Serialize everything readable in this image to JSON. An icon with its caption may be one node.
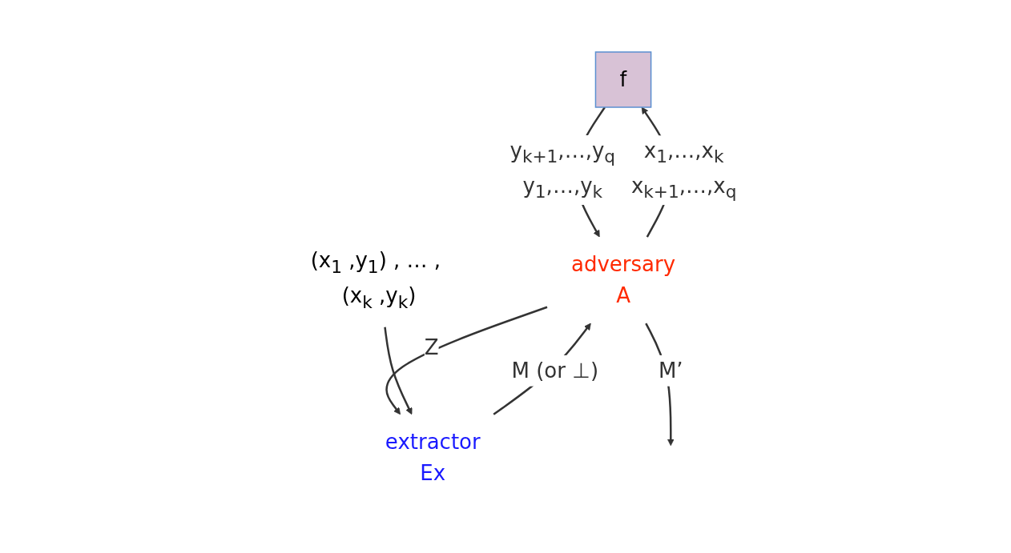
{
  "diagram": {
    "nodes": [
      {
        "text": [
          "f"
        ]
      },
      {
        "text": [
          "adversary",
          "A"
        ]
      },
      {
        "text": [
          "extractor",
          "Ex"
        ]
      },
      {
        "text": [
          "(x$_{1}$ ,y$_{1}$) , … , (x$_{k}$ ,y$_{k}$)"
        ]
      }
    ],
    "edges": [
      {
        "from": 1,
        "to": 0,
        "arrow": "to",
        "label": "x$_{1}$,…,x$_{k}$ x$_{k+1}$,…,x$_{q}$"
      },
      {
        "from": 0,
        "to": 1,
        "arrow": "to",
        "label": "y$_{k+1}$,…,y$_{q}$ y$_{1}$,…,y$_{k}$"
      },
      {
        "from": 1,
        "to": 2,
        "arrow": "to",
        "label": "Z"
      },
      {
        "from": 2,
        "to": 1,
        "arrow": "to",
        "label": "M (or ⊥)"
      },
      {
        "from": 3,
        "to": 2,
        "arrow": "to"
      },
      {
        "from": 1,
        "to": null,
        "arrow": "to",
        "label": "M’"
      }
    ]
  }
}
